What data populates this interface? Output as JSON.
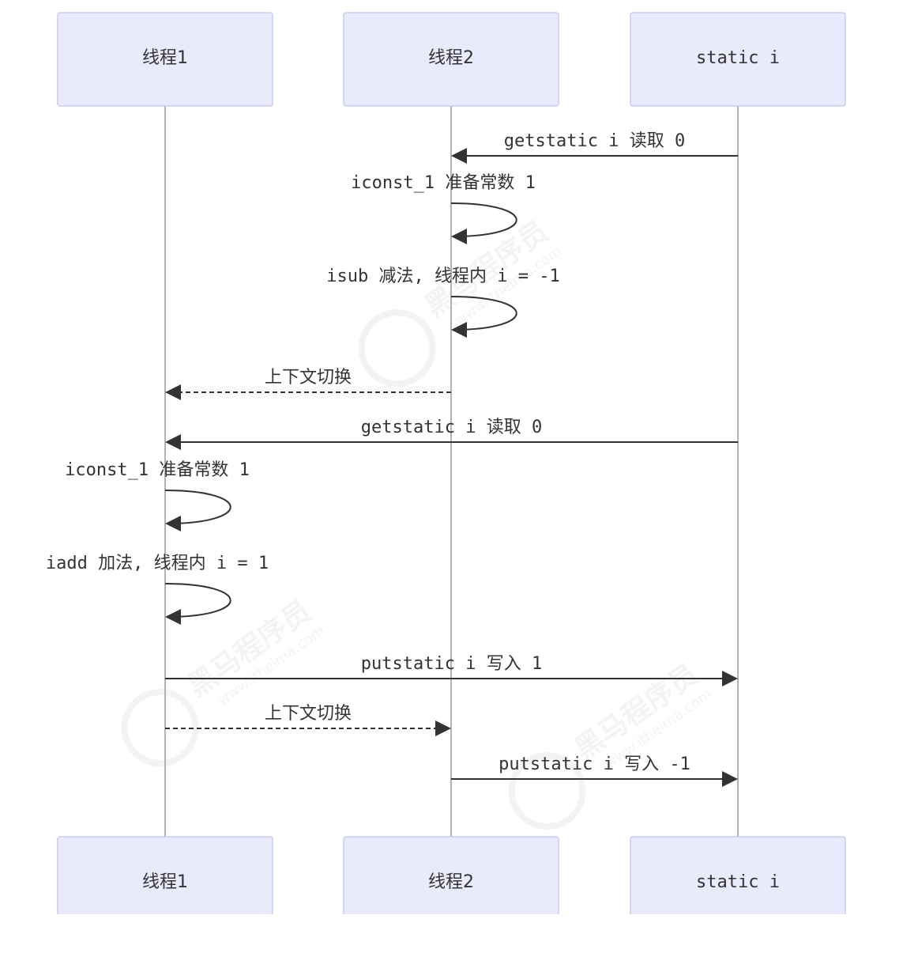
{
  "participants": [
    {
      "id": "t1",
      "label": "线程1"
    },
    {
      "id": "t2",
      "label": "线程2"
    },
    {
      "id": "si",
      "label": "static i"
    }
  ],
  "messages": [
    {
      "from": "si",
      "to": "t2",
      "label": "getstatic i 读取 0",
      "style": "solid"
    },
    {
      "from": "t2",
      "to": "t2",
      "label": "iconst_1 准备常数 1",
      "style": "solid"
    },
    {
      "from": "t2",
      "to": "t2",
      "label": "isub 减法, 线程内 i = -1",
      "style": "solid"
    },
    {
      "from": "t2",
      "to": "t1",
      "label": "上下文切换",
      "style": "dashed"
    },
    {
      "from": "si",
      "to": "t1",
      "label": "getstatic i 读取 0",
      "style": "solid"
    },
    {
      "from": "t1",
      "to": "t1",
      "label": "iconst_1 准备常数 1",
      "style": "solid"
    },
    {
      "from": "t1",
      "to": "t1",
      "label": "iadd 加法, 线程内 i = 1",
      "style": "solid"
    },
    {
      "from": "t1",
      "to": "si",
      "label": "putstatic i 写入 1",
      "style": "solid"
    },
    {
      "from": "t1",
      "to": "t2",
      "label": "上下文切换",
      "style": "dashed"
    },
    {
      "from": "t2",
      "to": "si",
      "label": "putstatic i 写入 -1",
      "style": "solid"
    }
  ],
  "watermark": {
    "text": "黑马程序员",
    "sub": "www.itheima.com"
  },
  "colors": {
    "actor_fill": "#eaeafd",
    "actor_stroke": "#cbcbf0",
    "line": "#333333",
    "lifeline": "#999999"
  }
}
